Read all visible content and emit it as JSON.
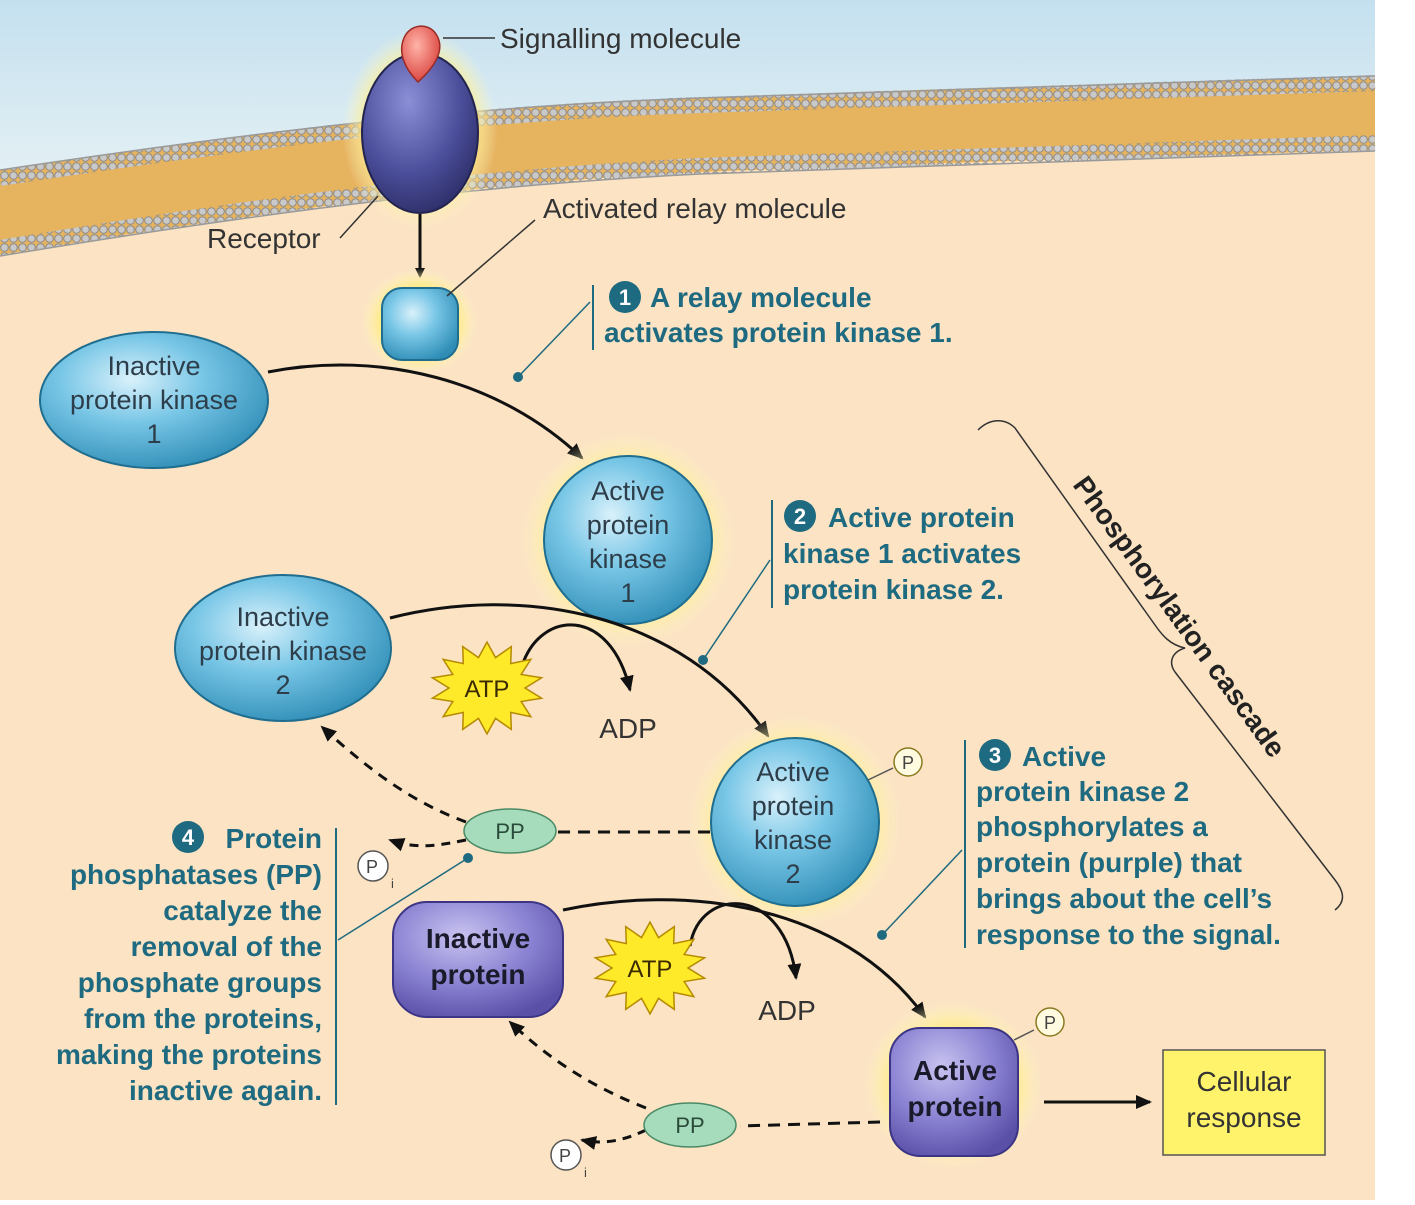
{
  "labels": {
    "signalling_molecule": "Signalling molecule",
    "receptor": "Receptor",
    "activated_relay_molecule": "Activated relay molecule",
    "inactive_kinase_1": [
      "Inactive",
      "protein kinase",
      "1"
    ],
    "active_kinase_1": [
      "Active",
      "protein",
      "kinase",
      "1"
    ],
    "inactive_kinase_2": [
      "Inactive",
      "protein kinase",
      "2"
    ],
    "active_kinase_2": [
      "Active",
      "protein",
      "kinase",
      "2"
    ],
    "inactive_protein": [
      "Inactive",
      "protein"
    ],
    "active_protein": [
      "Active",
      "protein"
    ],
    "cellular_response": [
      "Cellular",
      "response"
    ],
    "atp": "ATP",
    "adp": "ADP",
    "pp": "PP",
    "phosphate": "P",
    "inorganic_phosphate": "P",
    "inorganic_subscript": "i",
    "cascade": "Phosphorylation cascade"
  },
  "steps": [
    {
      "num": "1",
      "lines": [
        "A relay molecule",
        "activates protein kinase 1."
      ]
    },
    {
      "num": "2",
      "lines": [
        "Active protein",
        "kinase 1 activates",
        "protein kinase 2."
      ]
    },
    {
      "num": "3",
      "lines": [
        "Active",
        "protein kinase 2",
        "phosphorylates a",
        "protein (purple) that",
        "brings about the cell’s",
        "response to the signal."
      ]
    },
    {
      "num": "4",
      "lines": [
        "Protein",
        "phosphatases (PP)",
        "catalyze the",
        "removal of the",
        "phosphate groups",
        "from the proteins,",
        "making the proteins",
        "inactive again."
      ]
    }
  ],
  "colors": {
    "cytoplasm": "#fbe3c3",
    "extracellular": "#cde6f3",
    "membrane_head": "#b8b8b8",
    "membrane_tail": "#e8b96a",
    "kinase_blue": "#5ab4d8",
    "protein_purple": "#7d74c9",
    "receptor": "#4b4e9a",
    "ligand": "#e8584f",
    "glow": "#ffe35a",
    "pp_green": "#9fd6b6",
    "step_text": "#1e6a80",
    "response_box": "#fff36b"
  }
}
